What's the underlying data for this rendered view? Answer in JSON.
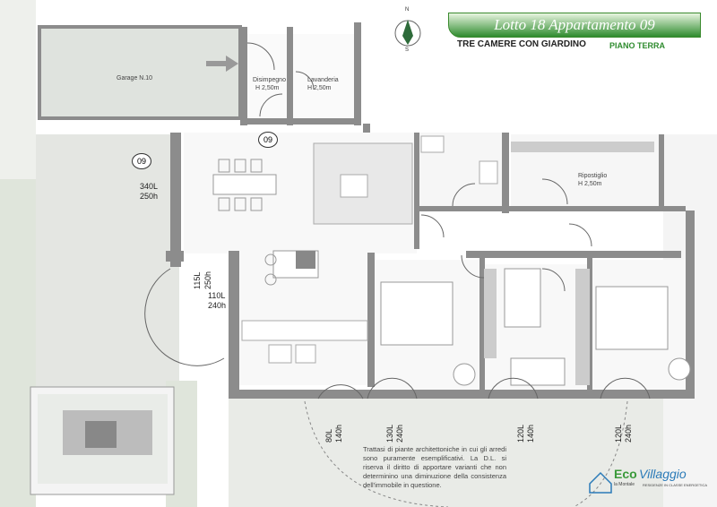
{
  "header": {
    "title": "Lotto  18 Appartamento 09",
    "subtitle": "TRE CAMERE CON  GIARDINO",
    "floor": "PIANO  TERRA",
    "title_color": "#2e8b2e"
  },
  "compass": {
    "north": "N",
    "south": "S"
  },
  "rooms": {
    "garage": "Garage N.10",
    "disimpegno": "Disimpegno",
    "disimpegno_h": "H 2,50m",
    "lavanderia": "Lavanderia",
    "lavanderia_h": "H 2,50m",
    "ripostiglio": "Ripostiglio",
    "ripostiglio_h": "H 2,50m"
  },
  "unit_badges": {
    "garden": "09",
    "entrance": "09"
  },
  "dimensions": {
    "main_window_w": "340L",
    "main_window_h": "250h",
    "side_window_w": "115L",
    "side_window_h": "250h",
    "door_w": "110L",
    "door_h": "240h",
    "w1_w": "80L",
    "w1_h": "140h",
    "w2_w": "130L",
    "w2_h": "240h",
    "w3_w": "120L",
    "w3_h": "140h",
    "w4_w": "120L",
    "w4_h": "240h"
  },
  "note": "Trattasi di piante architettoniche in cui gli arredi sono puramente esemplificativi. La D.L. si riserva il diritto di apportare varianti che non determinino una diminuzione della consistenza dell'immobile in questione.",
  "logo": {
    "name_a": "Eco",
    "name_b": "Villaggio",
    "place": "la Montale",
    "tag": "RESIDENZE IN CLASSE ENERGETICA"
  },
  "colors": {
    "wall": "#8c8c8c",
    "garden": "#e6e9e4",
    "floor": "#f7f7f7",
    "accent": "#2e8b2e"
  }
}
